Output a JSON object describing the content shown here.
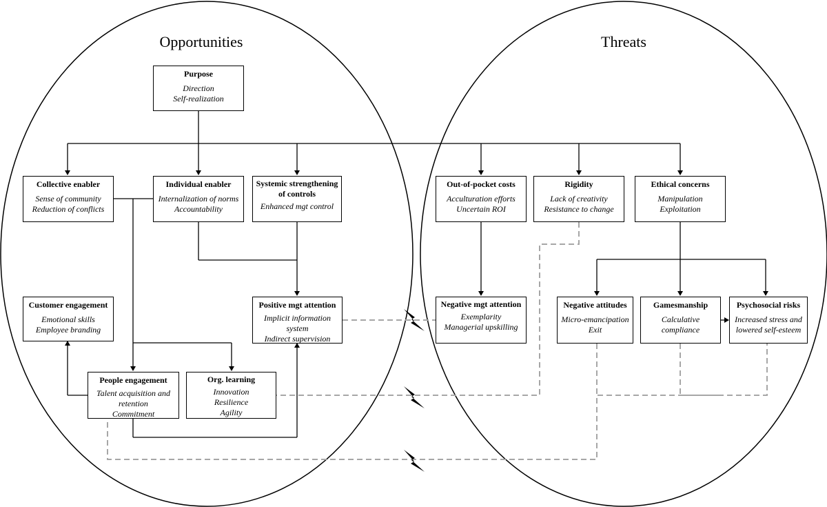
{
  "titles": {
    "left": "Opportunities",
    "right": "Threats"
  },
  "boxes": {
    "purpose": {
      "title": "Purpose",
      "lines": [
        "Direction",
        "Self-realization"
      ]
    },
    "collective": {
      "title": "Collective enabler",
      "lines": [
        "Sense of community",
        "Reduction of conflicts"
      ]
    },
    "individual": {
      "title": "Individual enabler",
      "lines": [
        "Internalization of norms",
        "Accountability"
      ]
    },
    "systemic": {
      "title": "Systemic strengthening of controls",
      "lines": [
        "Enhanced mgt control"
      ]
    },
    "customer": {
      "title": "Customer engagement",
      "lines": [
        "Emotional skills",
        "Employee branding"
      ]
    },
    "positive": {
      "title": "Positive mgt attention",
      "lines": [
        "Implicit information system",
        "Indirect supervision"
      ]
    },
    "people": {
      "title": "People engagement",
      "lines": [
        "Talent acquisition and retention",
        "Commitment"
      ]
    },
    "orglearning": {
      "title": "Org. learning",
      "lines": [
        "Innovation",
        "Resilience",
        "Agility"
      ]
    },
    "outofpocket": {
      "title": "Out-of-pocket costs",
      "lines": [
        "Acculturation efforts",
        "Uncertain ROI"
      ]
    },
    "rigidity": {
      "title": "Rigidity",
      "lines": [
        "Lack of creativity",
        "Resistance to change"
      ]
    },
    "ethical": {
      "title": "Ethical concerns",
      "lines": [
        "Manipulation",
        "Exploitation"
      ]
    },
    "negative": {
      "title": "Negative mgt attention",
      "lines": [
        "Exemplarity",
        "Managerial upskilling"
      ]
    },
    "attitudes": {
      "title": "Negative attitudes",
      "lines": [
        "Micro-emancipation",
        "Exit"
      ]
    },
    "gamesmanship": {
      "title": "Gamesmanship",
      "lines": [
        "Calculative compliance"
      ]
    },
    "psychosocial": {
      "title": "Psychosocial risks",
      "lines": [
        "Increased stress and lowered self-esteem"
      ]
    }
  },
  "colors": {
    "line": "#000000",
    "dashed": "#a6a6a6"
  },
  "icons": {
    "conflict": "lightning-bolt-icon"
  }
}
